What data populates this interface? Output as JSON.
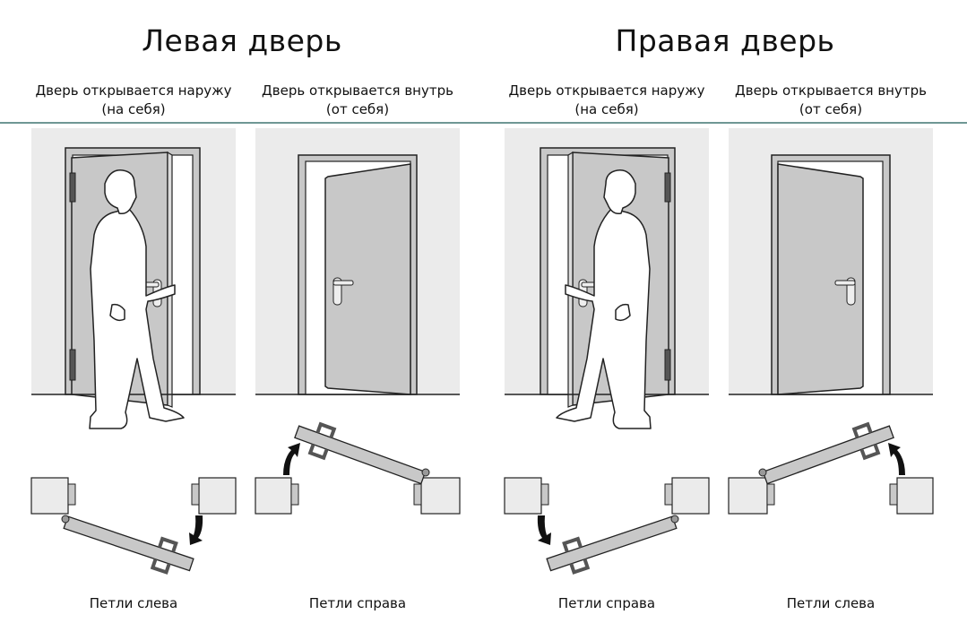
{
  "left": {
    "title": "Левая дверь",
    "columns": [
      {
        "subtitle1": "Дверь открывается наружу",
        "subtitle2": "(на себя)",
        "caption": "Петли слева"
      },
      {
        "subtitle1": "Дверь открывается внутрь",
        "subtitle2": "(от себя)",
        "caption": "Петли справа"
      }
    ]
  },
  "right": {
    "title": "Правая дверь",
    "columns": [
      {
        "subtitle1": "Дверь открывается наружу",
        "subtitle2": "(на себя)",
        "caption": "Петли справа"
      },
      {
        "subtitle1": "Дверь открывается внутрь",
        "subtitle2": "(от себя)",
        "caption": "Петли слева"
      }
    ]
  },
  "colors": {
    "wall": "#ebebeb",
    "door": "#c8c8c8",
    "rule": "#6f9794",
    "outline": "#222222"
  }
}
